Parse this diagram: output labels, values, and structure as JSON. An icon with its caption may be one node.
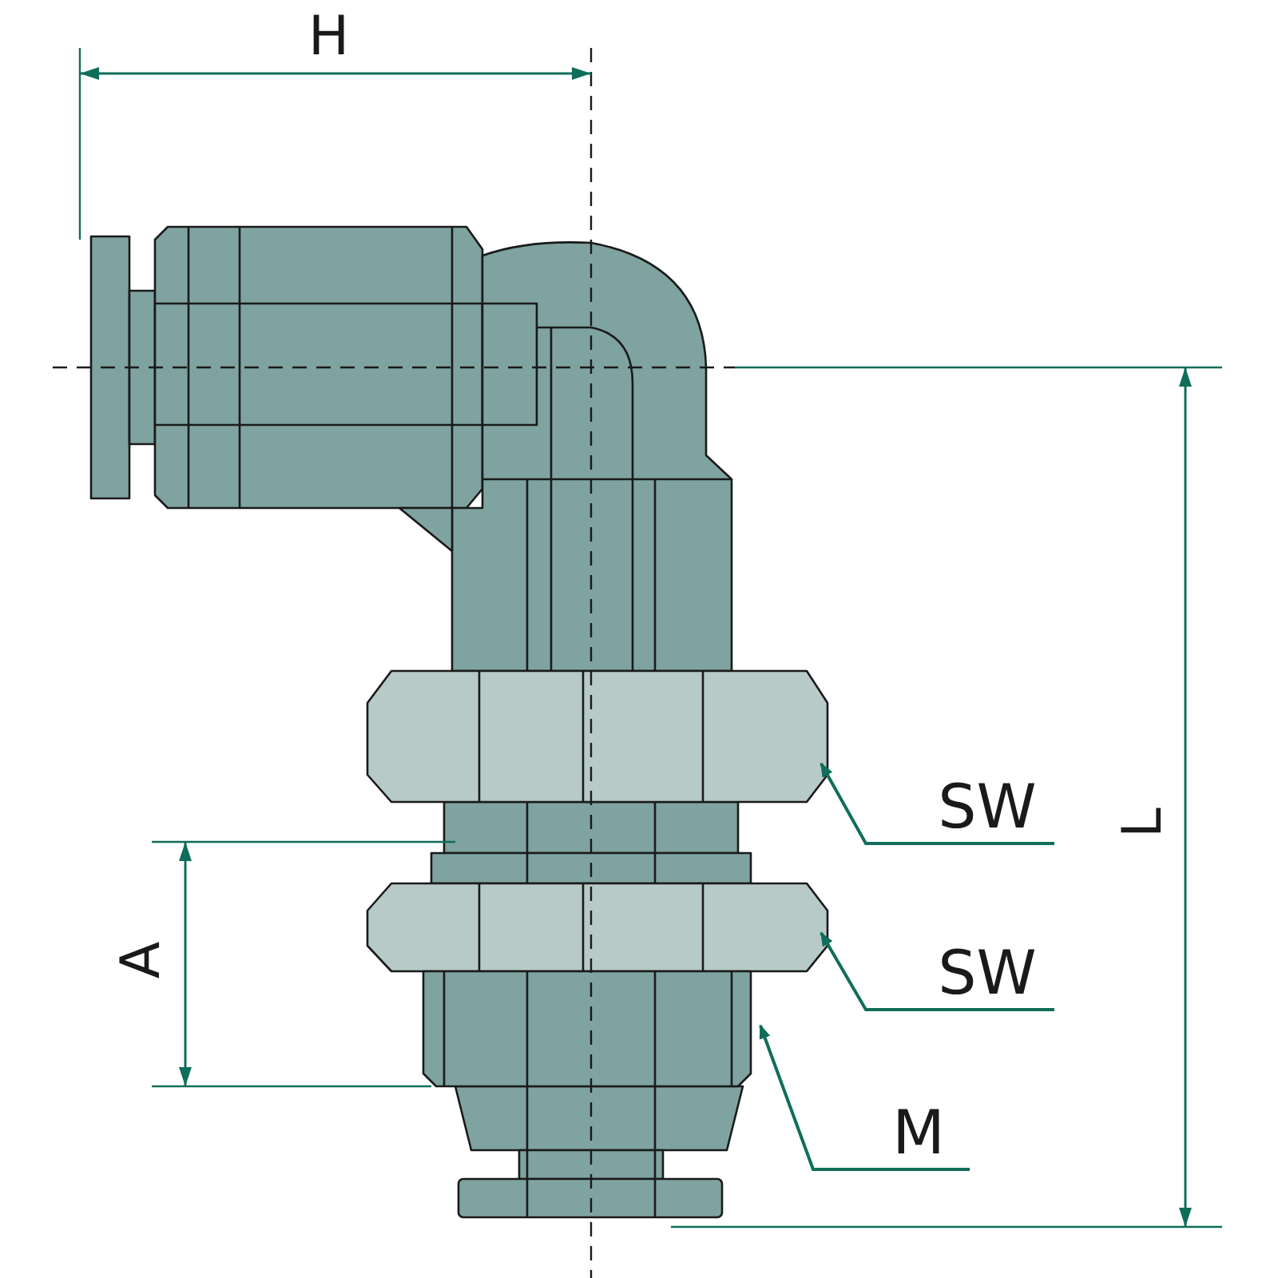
{
  "diagram": {
    "nodes": [
      {
        "text": [
          "SW"
        ]
      },
      {
        "text": [
          "SW"
        ]
      },
      {
        "text": [
          "M"
        ]
      },
      {
        "text": [],
        "shape": "picture"
      },
      {
        "text": [],
        "shape": "picture"
      },
      {
        "text": [],
        "shape": "picture"
      }
    ],
    "edges": [
      {
        "from": 0,
        "to": 3,
        "arrow": "to"
      },
      {
        "from": 1,
        "to": 4,
        "arrow": "to"
      },
      {
        "from": 2,
        "to": 5,
        "arrow": "to"
      }
    ],
    "labels": [
      "H",
      "L",
      "A"
    ]
  }
}
